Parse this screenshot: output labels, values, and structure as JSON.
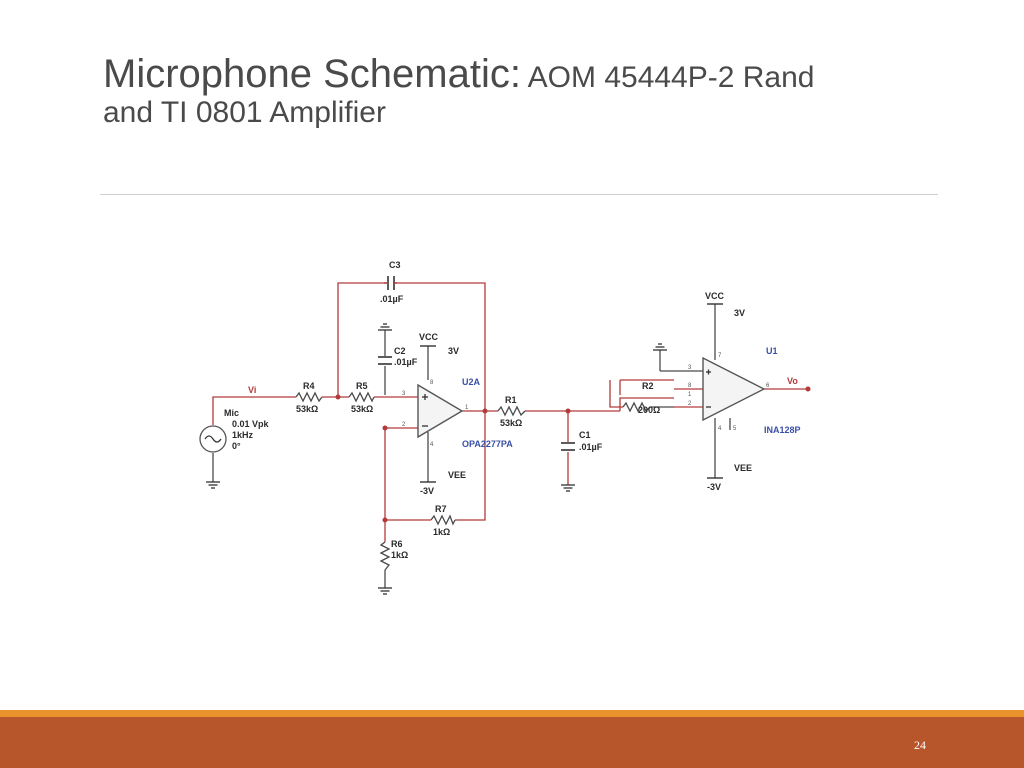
{
  "slide": {
    "title_main": "Microphone Schematic:",
    "title_rest": " AOM 45444P-2 Rand",
    "title_line2": "and TI 0801 Amplifier",
    "page_number": "24"
  },
  "schematic": {
    "c3_name": "C3",
    "c3_value": ".01µF",
    "c2_name": "C2",
    "c2_value": ".01µF",
    "vcc_label": "VCC",
    "vcc_value": "3V",
    "u2a_name": "U2A",
    "u2a_part": "OPA2277PA",
    "vi_label": "Vi",
    "r4_name": "R4",
    "r4_value": "53kΩ",
    "r5_name": "R5",
    "r5_value": "53kΩ",
    "r1_name": "R1",
    "r1_value": "53kΩ",
    "mic_name": "Mic",
    "mic_amp": "0.01 Vpk",
    "mic_freq": "1kHz",
    "mic_phase": "0°",
    "vee_label": "VEE",
    "vee_value": "-3V",
    "r7_name": "R7",
    "r7_value": "1kΩ",
    "r6_name": "R6",
    "r6_value": "1kΩ",
    "c1_name": "C1",
    "c1_value": ".01µF",
    "vcc2_label": "VCC",
    "vcc2_value": "3V",
    "u1_name": "U1",
    "u1_part": "INA128P",
    "r2_name": "R2",
    "r2_value": "200Ω",
    "vo_label": "Vo",
    "vee2_label": "VEE",
    "vee2_value": "-3V",
    "pins": {
      "u2a_p8": "8",
      "u2a_p3": "3",
      "u2a_p2": "2",
      "u2a_p4": "4",
      "u2a_p1": "1",
      "u1_p3": "3",
      "u1_p8": "8",
      "u1_p1": "1",
      "u1_p2": "2",
      "u1_p7": "7",
      "u1_p6": "6",
      "u1_p4": "4",
      "u1_p5": "5"
    }
  }
}
